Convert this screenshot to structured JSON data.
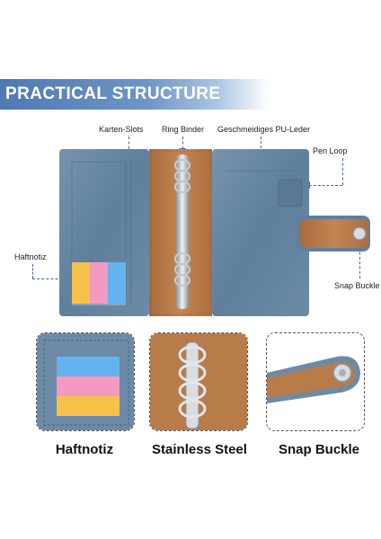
{
  "banner": {
    "title": "PRACTICAL STRUCTURE"
  },
  "callouts": {
    "card_slots": "Karten-Slots",
    "ring_binder": "Ring Binder",
    "pu_leather": "Geschmeidiges PU-Leder",
    "pen_loop": "Pen Loop",
    "sticky_notes": "Haftnotiz",
    "snap_buckle": "Snap Buckle"
  },
  "captions": {
    "left": "Haftnotiz",
    "middle": "Stainless Steel",
    "right": "Snap Buckle"
  },
  "colors": {
    "banner": "#5b84bd",
    "leather_blue": "#6c8aa6",
    "leather_brown": "#b87b4a",
    "note_yellow": "#f6c24a",
    "note_pink": "#f29ac2",
    "note_blue": "#63b4ee",
    "callout_line": "#3f68a6"
  }
}
